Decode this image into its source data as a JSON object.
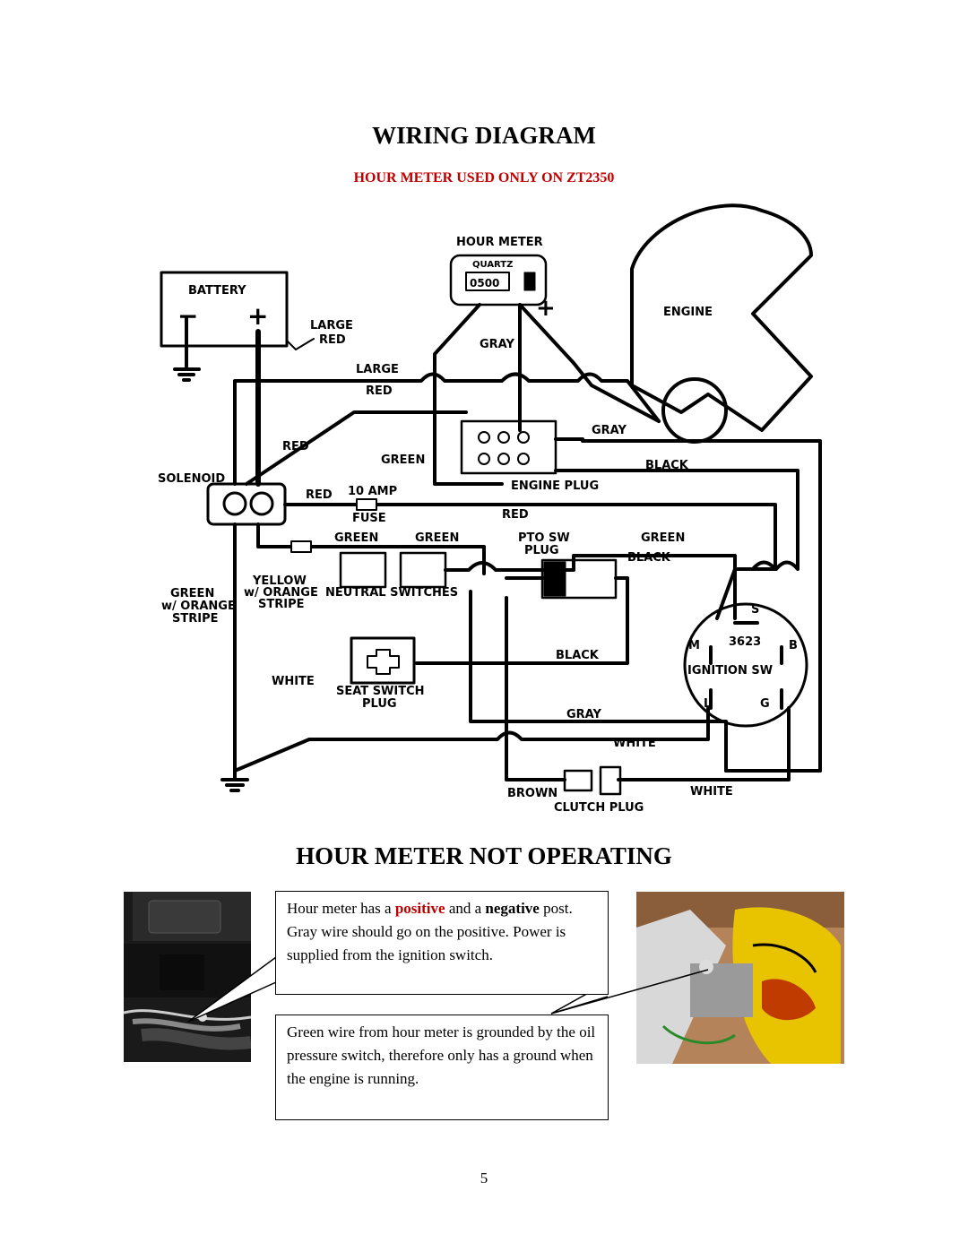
{
  "page": {
    "title": "WIRING DIAGRAM",
    "subtitle": "HOUR METER USED ONLY ON ZT2350",
    "section_title": "HOUR METER NOT OPERATING",
    "page_number": "5"
  },
  "diagram": {
    "hour_meter": "HOUR METER",
    "quartz": "QUARTZ",
    "meter_reading": "0500",
    "battery": "BATTERY",
    "engine": "ENGINE",
    "large": "LARGE",
    "red": "RED",
    "gray": "GRAY",
    "green": "GREEN",
    "black": "BLACK",
    "white": "WHITE",
    "brown": "BROWN",
    "solenoid": "SOLENOID",
    "amp": "10 AMP",
    "fuse": "FUSE",
    "engine_plug": "ENGINE PLUG",
    "pto_sw": "PTO SW",
    "plug": "PLUG",
    "yellow": "YELLOW",
    "w_orange": "w/ ORANGE",
    "stripe": "STRIPE",
    "neutral_switches": "NEUTRAL SWITCHES",
    "seat_switch": "SEAT SWITCH",
    "ignition_sw": "IGNITION SW",
    "part_no": "3623",
    "clutch_plug": "CLUTCH PLUG",
    "term_s": "S",
    "term_m": "M",
    "term_b": "B",
    "term_l": "L",
    "term_g": "G",
    "minus": "−",
    "plus": "+"
  },
  "callouts": {
    "positive_pre": "Hour meter has a ",
    "positive_word": "positive",
    "positive_mid": " and a ",
    "negative_word": "negative",
    "positive_post": " post. Gray wire should go on the positive. Power is supplied from the ignition switch.",
    "ground_text": "Green wire from hour meter is grounded by the oil pressure switch, therefore only has a ground when the engine is running."
  },
  "colors": {
    "accent_red": "#c00000",
    "oil_filter_yellow": "#e8c400"
  }
}
